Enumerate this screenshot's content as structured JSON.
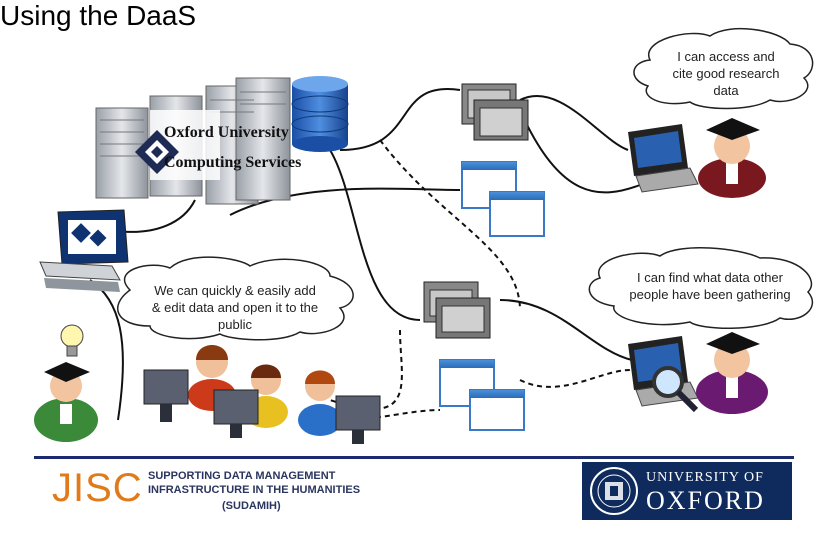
{
  "title": "Using the DaaS",
  "services": {
    "line1": "Oxford University",
    "line2": "Computing Services"
  },
  "bubbles": {
    "depositors": "We can quickly & easily add & edit data and open it to the public",
    "citer": "I can access and cite good research data",
    "finder": "I can find what data other people have been gathering"
  },
  "footer": {
    "jisc": "JISC",
    "sudamih_line1": "SUPPORTING DATA MANAGEMENT",
    "sudamih_line2": "INFRASTRUCTURE IN THE HUMANITIES",
    "sudamih_line3": "(SUDAMIH)",
    "oxford_line1": "UNIVERSITY OF",
    "oxford_line2": "OXFORD"
  },
  "colors": {
    "brand_navy": "#0f2a5c",
    "jisc_orange": "#e07a1a"
  }
}
